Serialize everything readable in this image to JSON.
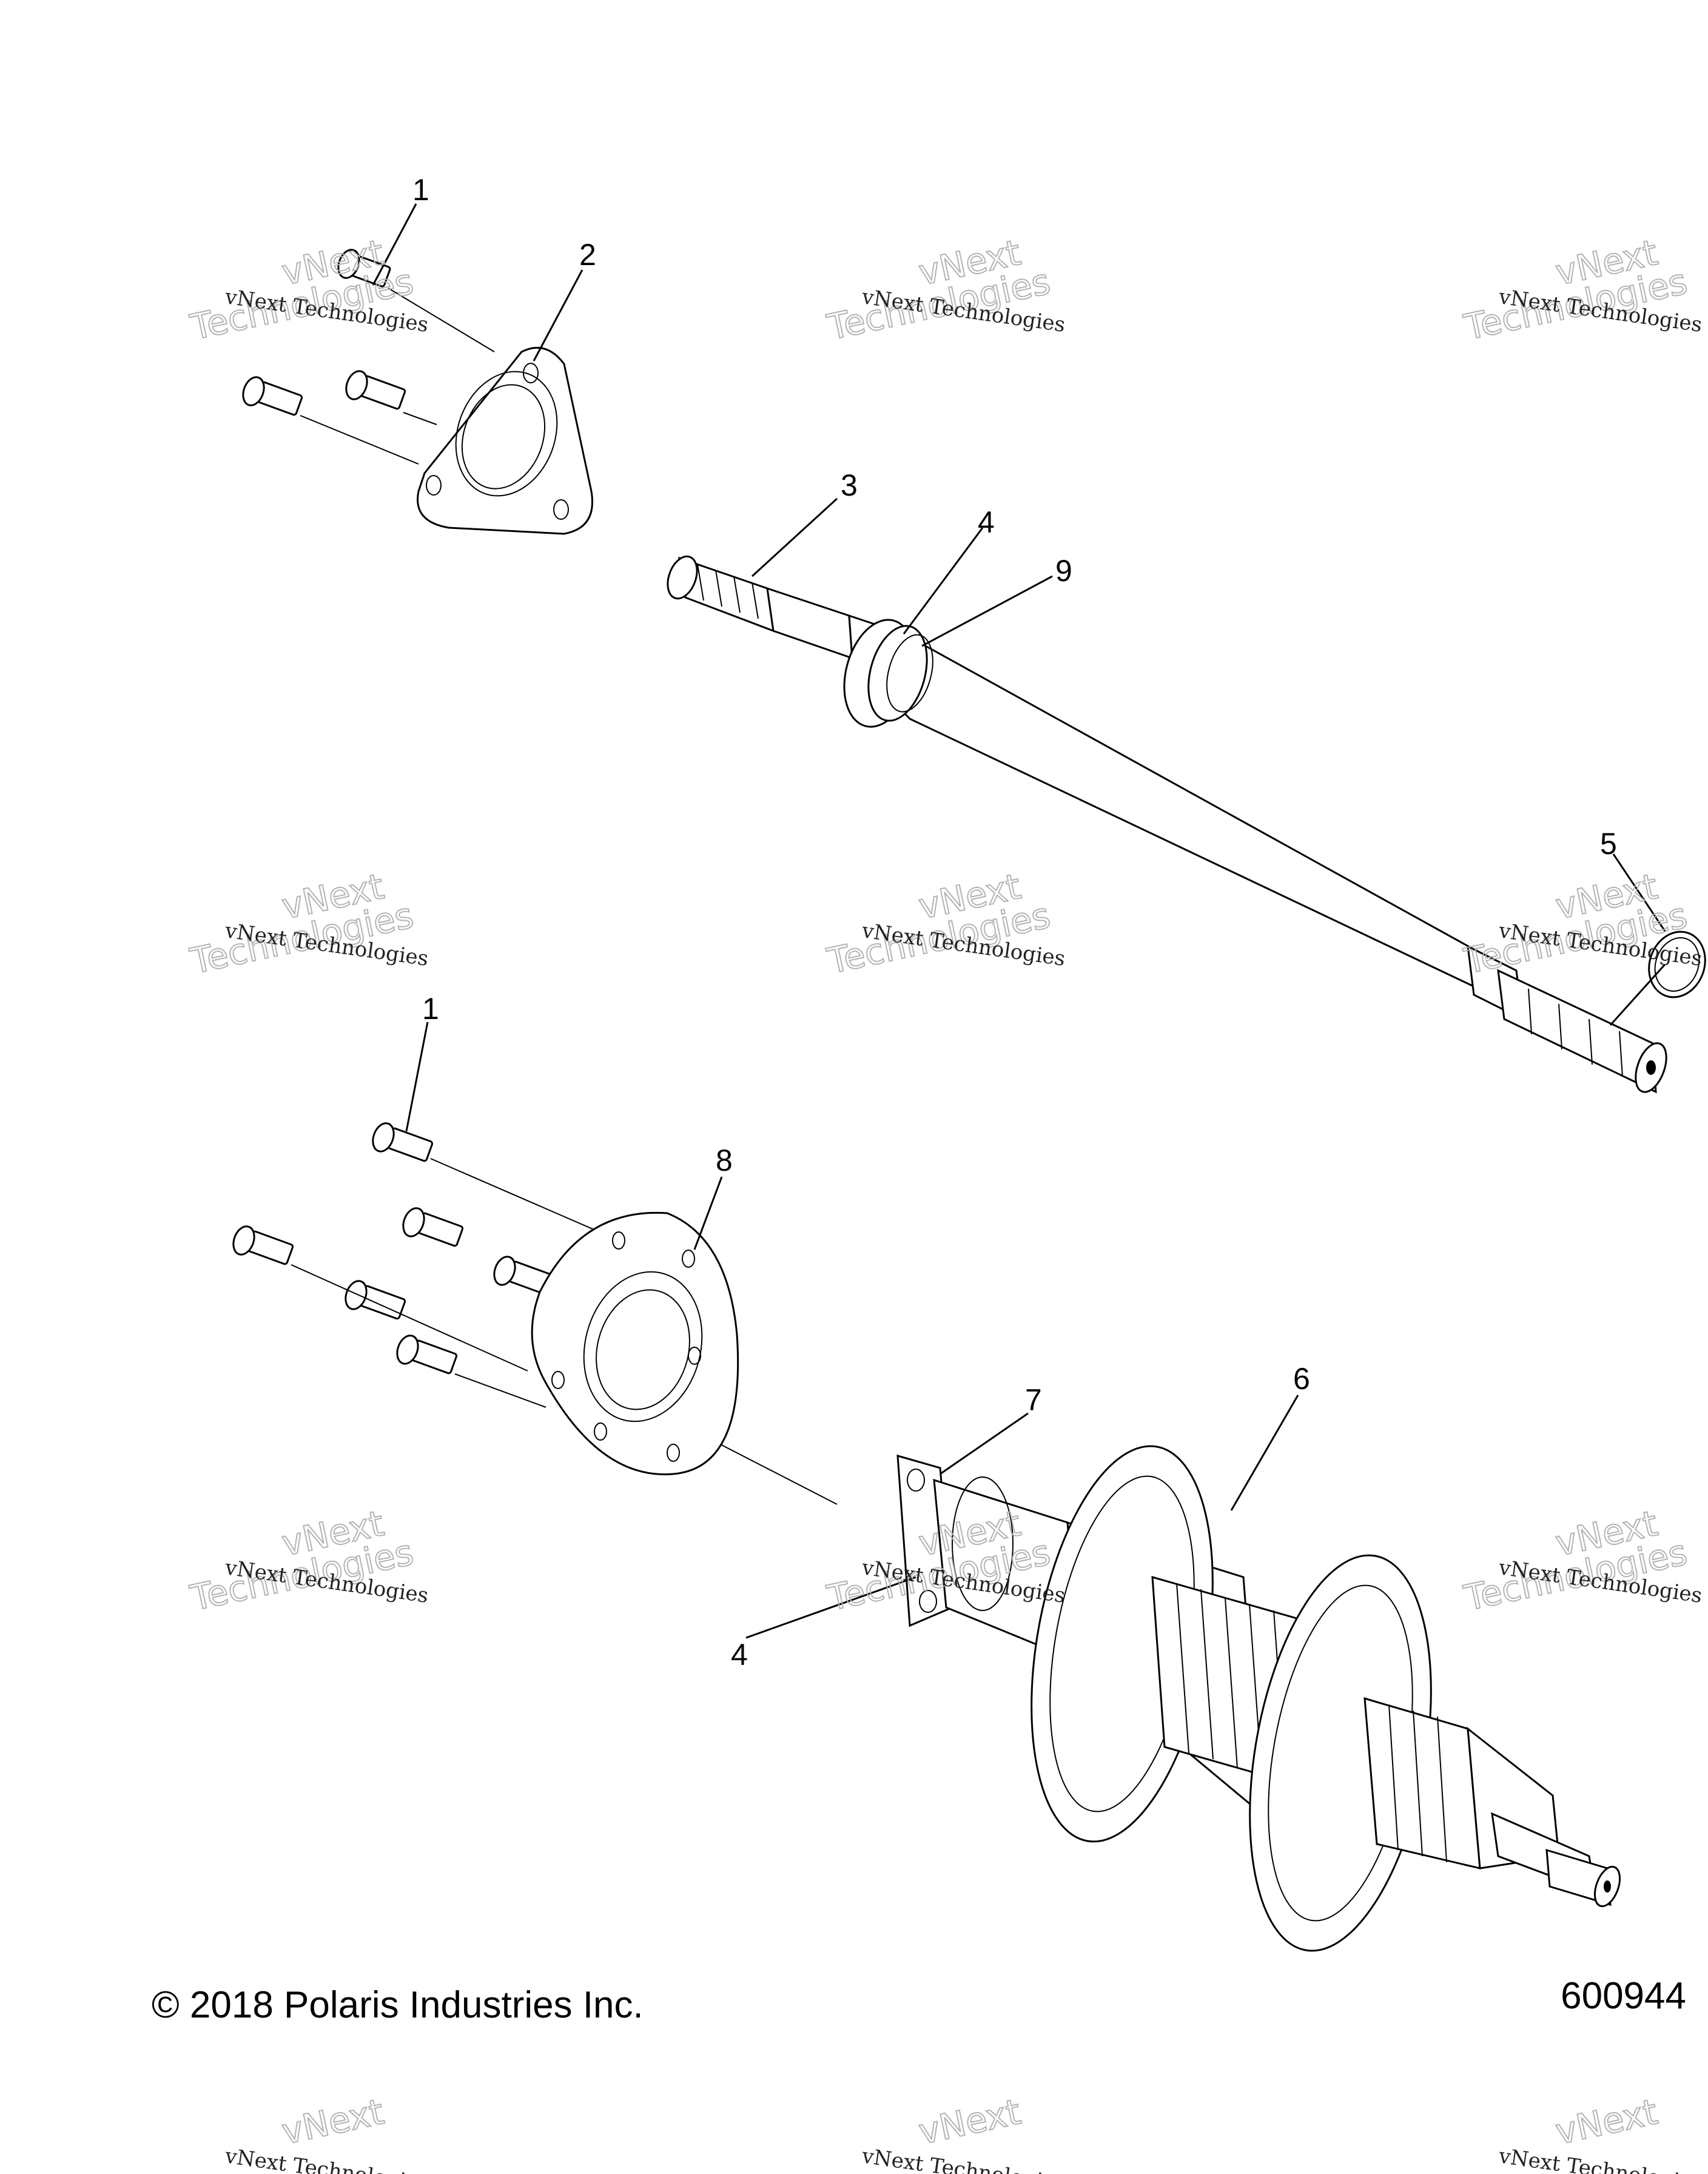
{
  "callouts": [
    "1",
    "2",
    "3",
    "4",
    "9",
    "5",
    "1",
    "8",
    "7",
    "6",
    "4"
  ],
  "watermark": {
    "line1": "vNext Technologies",
    "line2": "vNext",
    "line3": "Technologies"
  },
  "footer": {
    "copyright": "© 2018 Polaris Industries Inc.",
    "drawing_number": "600944"
  }
}
